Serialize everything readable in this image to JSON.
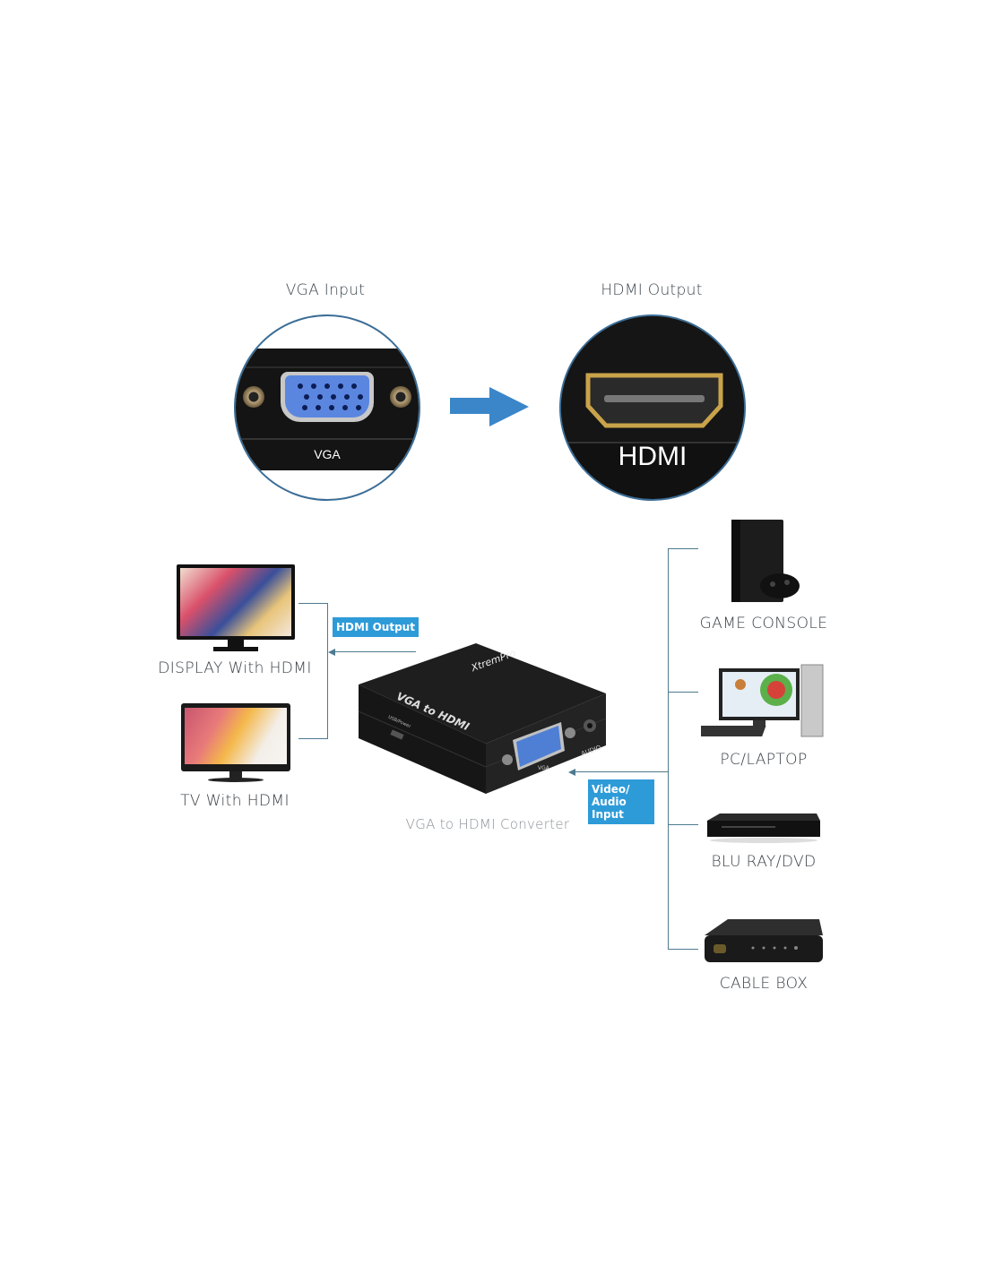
{
  "top": {
    "vga_caption": "VGA Input",
    "hdmi_caption": "HDMI Output",
    "vga_port_label": "VGA",
    "hdmi_port_label": "HDMI",
    "arrow_color": "#3a86c8",
    "circle_border_color": "#3b6d96"
  },
  "outputs": [
    {
      "label": "DISPLAY With HDMI"
    },
    {
      "label": "TV With HDMI"
    }
  ],
  "converter": {
    "brand": "XtremPro",
    "title": "VGA to HDMI",
    "port_vga": "VGA",
    "port_audio": "AUDIO",
    "port_usb": "USB/Power",
    "caption": "VGA to HDMI Converter",
    "tag_output": "HDMI Output",
    "tag_input_line1": "Video/",
    "tag_input_line2": "Audio Input",
    "tag_color": "#2e9bd9"
  },
  "sources": [
    {
      "label": "GAME CONSOLE"
    },
    {
      "label": "PC/LAPTOP"
    },
    {
      "label": "BLU RAY/DVD"
    },
    {
      "label": "CABLE BOX"
    }
  ]
}
